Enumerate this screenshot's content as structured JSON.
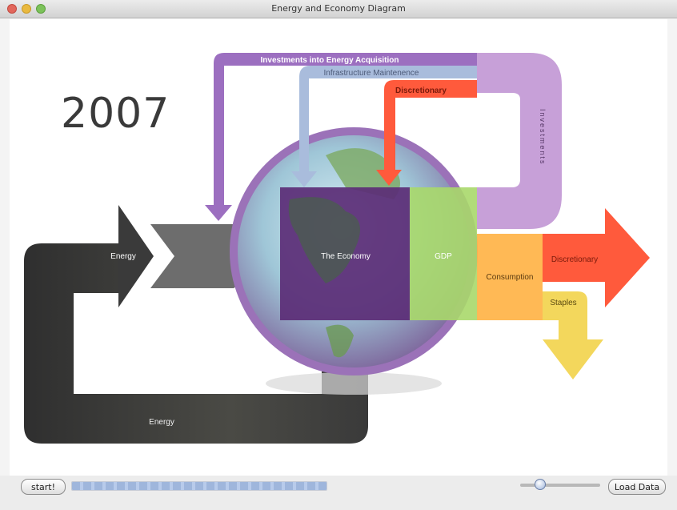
{
  "window": {
    "title": "Energy and Economy Diagram"
  },
  "diagram": {
    "year": "2007",
    "labels": {
      "investments_energy": "Investments into Energy Acquisition",
      "infrastructure": "Infrastructure Maintenence",
      "discretionary_top": "Discretionary",
      "investments_vertical": "Investments",
      "energy_in": "Energy",
      "economy": "The Economy",
      "gdp": "GDP",
      "consumption": "Consumption",
      "discretionary_right": "Discretionary",
      "staples": "Staples",
      "energy_loop": "Energy"
    },
    "colors": {
      "energy": "#3d3d3d",
      "energy_arrow": "#6d6d6d",
      "economy": "#5b2d76",
      "gdp": "#a8d86a",
      "investments_energy": "#9c6fc0",
      "infrastructure": "#a9bcdc",
      "discretionary": "#ff5a3c",
      "investments": "#c7a0d8",
      "consumption": "#ffb347",
      "staples": "#f2d34a"
    }
  },
  "controls": {
    "start_label": "start!",
    "load_label": "Load Data",
    "progress": 1.0,
    "slider_value": 0.25
  }
}
